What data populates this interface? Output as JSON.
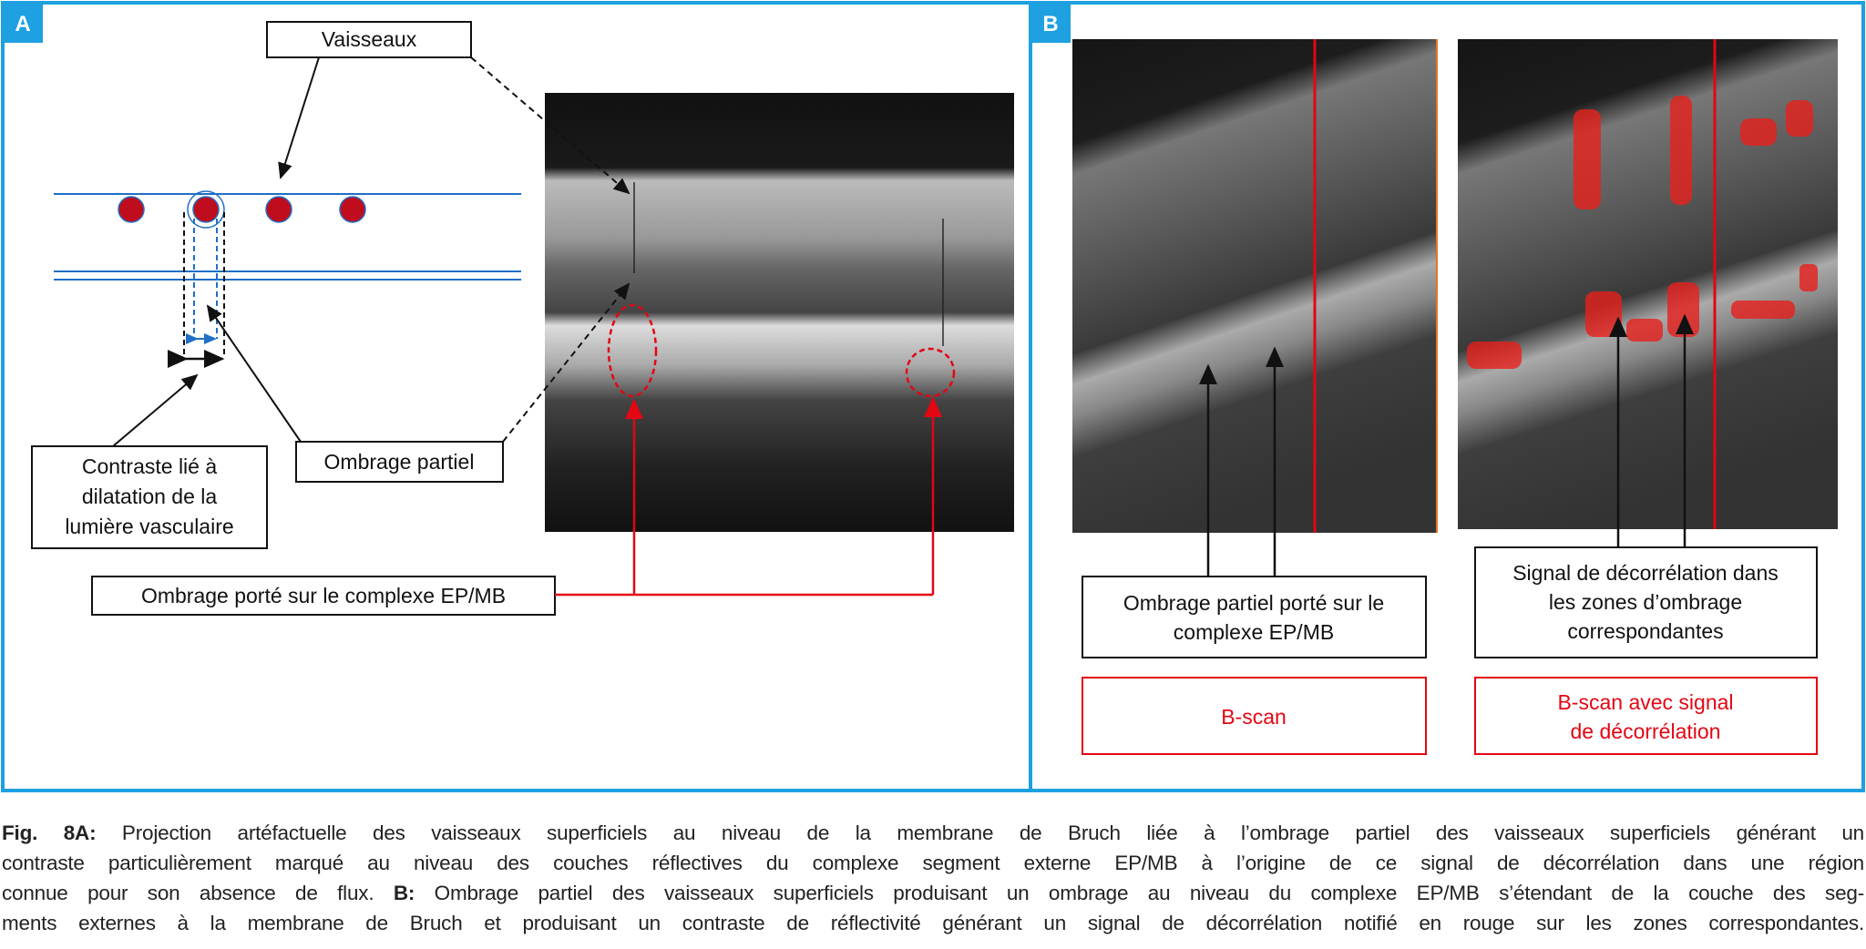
{
  "panel_a": {
    "tag": "A",
    "vaisseaux": "Vaisseaux",
    "contraste_lines": [
      "Contraste lié à",
      "dilatation de la",
      "lumière vasculaire"
    ],
    "ombrage_partiel": "Ombrage partiel",
    "ombrage_porte": "Ombrage porté sur le complexe EP/MB"
  },
  "panel_b": {
    "tag": "B",
    "left_note_lines": [
      "Ombrage partiel porté sur le",
      "complexe EP/MB"
    ],
    "right_note_lines": [
      "Signal de décorrélation dans",
      "les zones d’ombrage",
      "correspondantes"
    ],
    "left_title": "B-scan",
    "right_title_lines": [
      "B-scan avec signal",
      "de décorrélation"
    ]
  },
  "caption": {
    "fig_label": "Fig. 8A:",
    "line1": " Projection artéfactuelle des vaisseaux superficiels au niveau de la membrane de Bruch liée à l’ombrage partiel des vaisseaux superficiels générant un",
    "line2": "contraste particulièrement marqué au niveau des couches réflectives du complexe segment externe EP/MB à l’origine de ce signal de décorrélation dans une région",
    "line3a": "connue pour son absence de flux. ",
    "b_label": "B:",
    "line3b": " Ombrage partiel des vaisseaux superficiels produisant un ombrage au niveau du complexe EP/MB s’étendant de la couche des seg-",
    "line4": "ments externes à la membrane de Bruch et produisant un contraste de réflectivité générant un signal de décorrélation notifié en rouge sur les zones correspondantes."
  },
  "colors": {
    "frame": "#1ea0e1",
    "red": "#e30613",
    "vessel": "#c00d1e",
    "line_blue": "#1f6fc5"
  }
}
